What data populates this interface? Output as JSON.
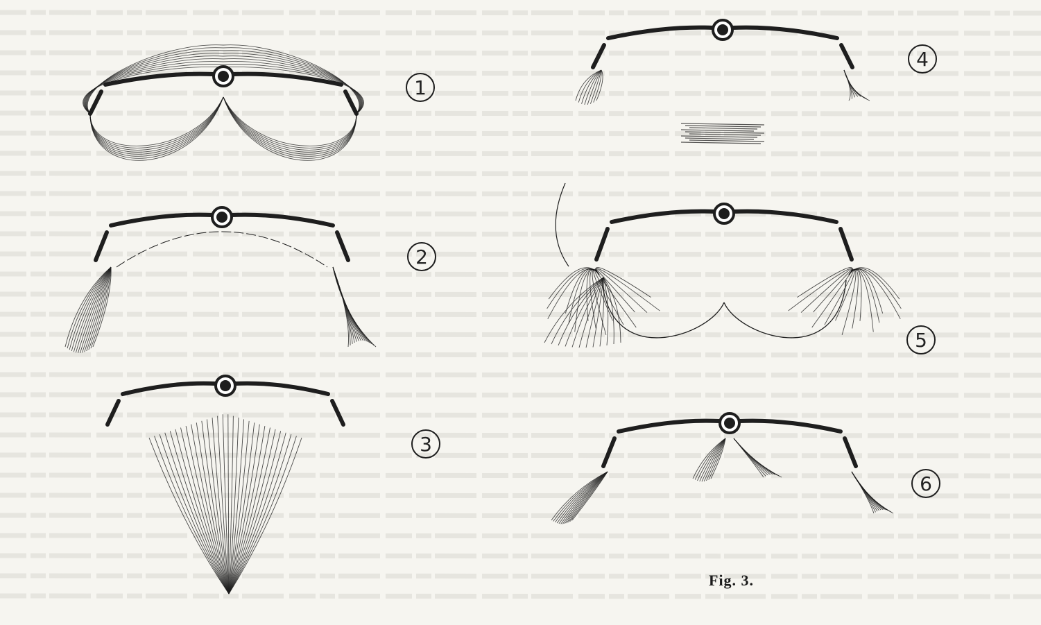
{
  "caption": "Fig. 3.",
  "panels": [
    {
      "id": "1",
      "label": "1",
      "pattern": "loops"
    },
    {
      "id": "2",
      "label": "2",
      "pattern": "wing-tufts"
    },
    {
      "id": "3",
      "label": "3",
      "pattern": "central-fan"
    },
    {
      "id": "4",
      "label": "4",
      "pattern": "short-tufts-bottom-bar"
    },
    {
      "id": "5",
      "label": "5",
      "pattern": "radiating-lobes"
    },
    {
      "id": "6",
      "label": "6",
      "pattern": "small-tufts"
    }
  ],
  "colors": {
    "ink": "#1e1e1e",
    "paper": "#f6f5f0",
    "ghost_text": "#d9d8d2"
  }
}
